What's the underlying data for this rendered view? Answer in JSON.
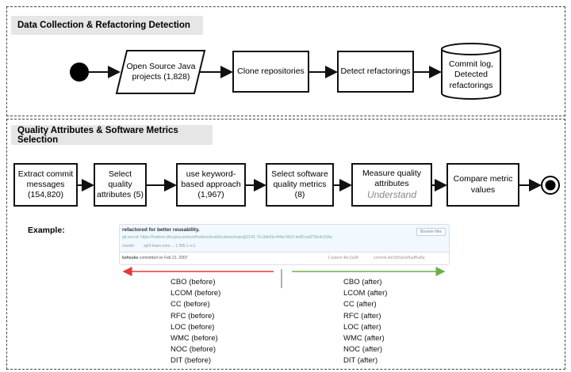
{
  "section1": {
    "title": "Data Collection & Refactoring Detection",
    "steps": [
      "Open Source Java projects (1,828)",
      "Clone repositories",
      "Detect refactorings"
    ],
    "datastore": "Commit log, Detected refactorings"
  },
  "section2": {
    "title": "Quality Attributes & Software Metrics Selection",
    "steps": [
      "Extract commit messages (154,820)",
      "Select quality attributes (5)",
      "use keyword-based approach (1,967)",
      "Select software quality metrics (8)",
      "Measure quality attributes",
      "Compare metric values"
    ],
    "tool_logo": "Understand"
  },
  "example": {
    "label": "Example:",
    "commit": {
      "message": "refactored for better reusability.",
      "git_svn_id": "git-svn-id: https://hudson.dev.java.net/svn/hudson/trunk/hudson/main@2241 71c3de6d-444a-0410-be80-ed276e4c234a",
      "branch": "master",
      "tag": "spl3-learn-core ... 1.585.1-rc1",
      "author": "kohsuke",
      "committed": "committed on Feb 21, 2007",
      "parent": "1 parent 4bc3a38",
      "commit": "commit ebc5b5a0af5adf5a8a",
      "browse": "Browse files"
    },
    "before": [
      "CBO  (before)",
      "LCOM (before)",
      "CC (before)",
      "RFC (before)",
      "LOC (before)",
      "WMC (before)",
      "NOC (before)",
      "DIT (before)"
    ],
    "after": [
      "CBO  (after)",
      "LCOM (after)",
      "CC (after)",
      "RFC (after)",
      "LOC (after)",
      "WMC (after)",
      "NOC (after)",
      "DIT (after)"
    ]
  },
  "colors": {
    "before_arrow": "#e53935",
    "after_arrow": "#6ab04c",
    "title_bg": "#e6e6e6"
  }
}
